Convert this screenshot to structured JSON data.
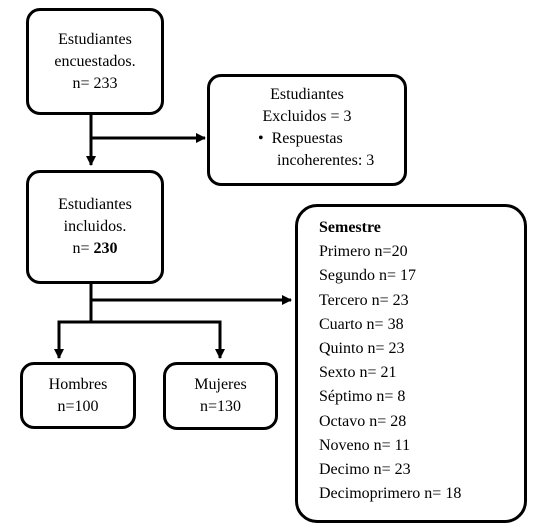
{
  "encuestados": {
    "line1": "Estudiantes",
    "line2": "encuestados.",
    "count_label": "n= ",
    "count_value": "233"
  },
  "excluidos": {
    "line1": "Estudiantes",
    "line2": "Excluidos  = 3",
    "bullet": "•",
    "reason1": "Respuestas",
    "reason2": "incoherentes:  3"
  },
  "incluidos": {
    "line1": "Estudiantes",
    "line2": "incluidos.",
    "count_label": "n= ",
    "count_value": "230"
  },
  "hombres": {
    "label": "Hombres",
    "count": "n=100"
  },
  "mujeres": {
    "label": "Mujeres",
    "count": "n=130"
  },
  "semestre": {
    "title": "Semestre",
    "items": [
      "Primero  n=20",
      "Segundo  n= 17",
      "Tercero  n= 23",
      "Cuarto  n= 38",
      "Quinto  n= 23",
      "Sexto  n= 21",
      "Séptimo  n= 8",
      "Octavo  n= 28",
      "Noveno  n= 11",
      "Decimo  n= 23",
      "Decimoprimero  n= 18"
    ]
  }
}
